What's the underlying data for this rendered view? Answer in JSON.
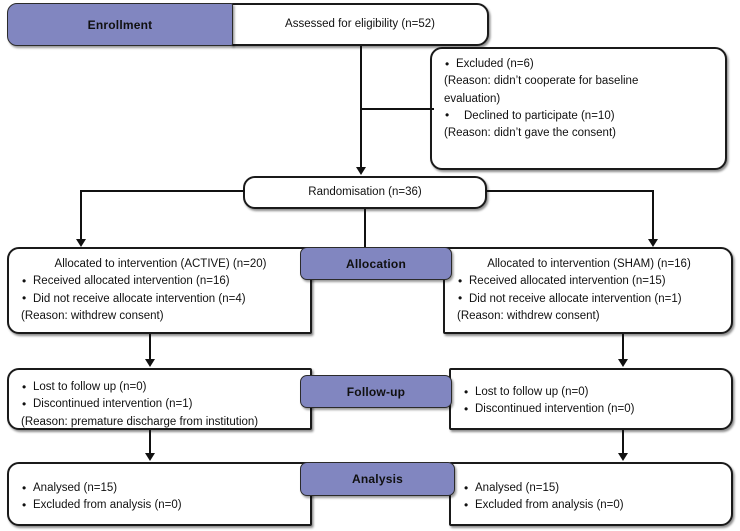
{
  "diagram": {
    "title": "CONSORT participant flow diagram",
    "accent_color": "#8186c0",
    "line_color": "#111111",
    "box_fill": "#ffffff"
  },
  "stages": {
    "enrollment": "Enrollment",
    "allocation": "Allocation",
    "followup": "Follow-up",
    "analysis": "Analysis"
  },
  "enrollment": {
    "assessed": "Assessed for eligibility (n=52)",
    "excluded": {
      "line1": "Excluded (n=6)",
      "line2": "(Reason: didn’t cooperate for baseline",
      "line3": "evaluation)",
      "line4": "Declined to participate (n=10)",
      "line5": "(Reason: didn’t gave the consent)"
    },
    "randomisation": "Randomisation (n=36)"
  },
  "allocation": {
    "active": {
      "title": "Allocated to intervention (ACTIVE) (n=20)",
      "line1": "Received allocated intervention (n=16)",
      "line2": "Did not receive allocate intervention (n=4)",
      "line3": "(Reason: withdrew consent)"
    },
    "sham": {
      "title": "Allocated to intervention (SHAM) (n=16)",
      "line1": "Received allocated intervention (n=15)",
      "line2": "Did not receive allocate intervention (n=1)",
      "line3": "(Reason: withdrew consent)"
    }
  },
  "followup": {
    "active": {
      "line1": "Lost to follow up (n=0)",
      "line2": "Discontinued intervention (n=1)",
      "line3": "(Reason: premature discharge from institution)"
    },
    "sham": {
      "line1": "Lost to follow up (n=0)",
      "line2": "Discontinued intervention (n=0)"
    }
  },
  "analysis": {
    "active": {
      "line1": "Analysed  (n=15)",
      "line2": "Excluded from analysis (n=0)"
    },
    "sham": {
      "line1": "Analysed  (n=15)",
      "line2": "Excluded from analysis (n=0)"
    }
  }
}
